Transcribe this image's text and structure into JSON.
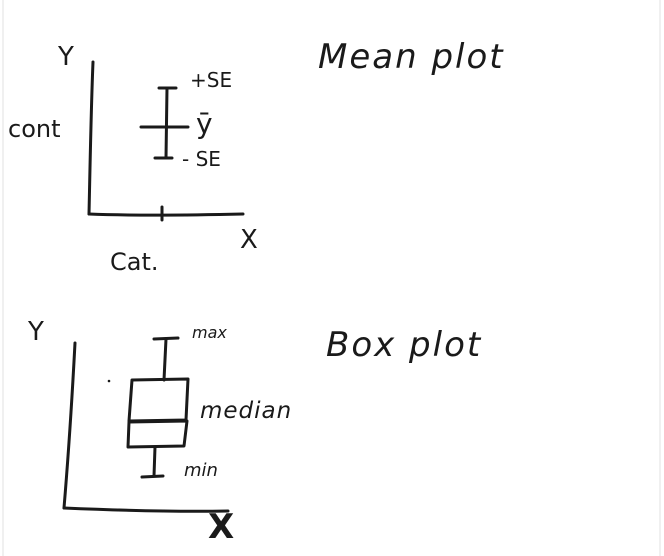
{
  "mean_plot": {
    "title": "Mean plot",
    "y_axis_label": "Y",
    "y_variable": "cont",
    "x_axis_label": "X",
    "x_variable": "Cat.",
    "upper_label": "+SE",
    "mean_label": "ȳ",
    "lower_label": "- SE"
  },
  "box_plot": {
    "title": "Box plot",
    "y_axis_label": "Y",
    "x_axis_label": "X",
    "max_label": "max",
    "median_label": "median",
    "min_label": "min"
  }
}
